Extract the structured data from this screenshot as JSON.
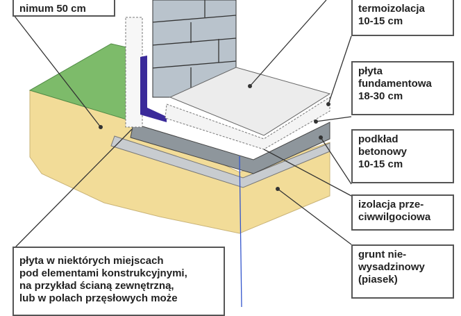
{
  "labels": {
    "min_depth": "nimum 50 cm",
    "thermal_insulation": "termoizolacja\n10-15 cm",
    "foundation_slab": "płyta\nfundamentowa\n18-30 cm",
    "concrete_base": "podkład\nbetonowy\n10-15 cm",
    "damp_proofing": "izolacja prze-\nciwwilgociowa",
    "soil": "grunt nie-\nwysadzinowy\n(piasek)",
    "slab_note": "płyta w niektórych miejscach\npod elementami konstrukcyjnymi,\nna przykład ścianą zewnętrzną,\nlub w polach przęsłowych może"
  },
  "colors": {
    "sand": "#f2dc98",
    "grass": "#7dbb6a",
    "block": "#b9c3cc",
    "membrane": "#3a2a9a",
    "concrete": "#8e969c",
    "slab": "#ececec"
  }
}
